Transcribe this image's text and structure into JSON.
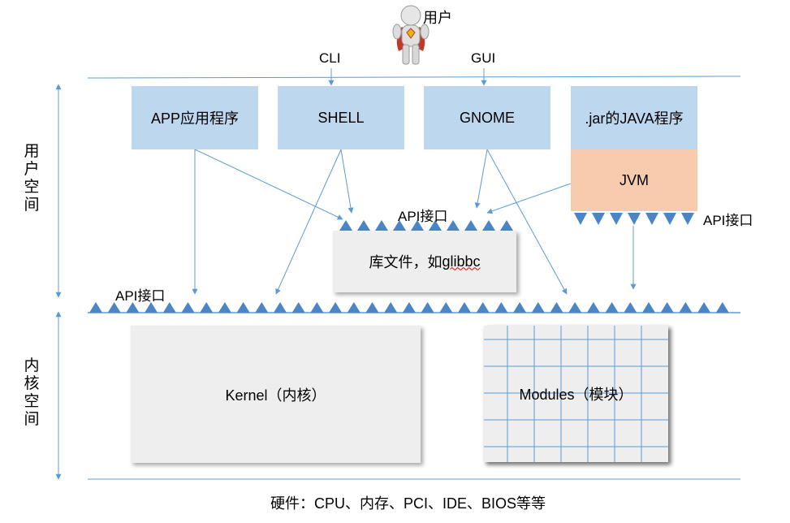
{
  "user": {
    "label": "用户",
    "cli": "CLI",
    "gui": "GUI"
  },
  "side_labels": {
    "user_space": "用户空间",
    "kernel_space": "内核空间"
  },
  "boxes": {
    "app": "APP应用程序",
    "shell": "SHELL",
    "gnome": "GNOME",
    "jar": ".jar的JAVA程序",
    "jvm": "JVM",
    "lib_prefix": "库文件，如",
    "lib_name": "glibbc",
    "kernel": "Kernel（内核）",
    "modules": "Modules（模块）"
  },
  "api_labels": {
    "lib": "API接口",
    "jvm": "API接口",
    "kernel": "API接口"
  },
  "hardware": "硬件：CPU、内存、PCI、IDE、BIOS等等",
  "colors": {
    "blue_box": "#bdd7ee",
    "peach_box": "#f8cbad",
    "gray_box": "#eeeeee",
    "line": "#5b9bd5",
    "triangle": "#4a86c5"
  }
}
